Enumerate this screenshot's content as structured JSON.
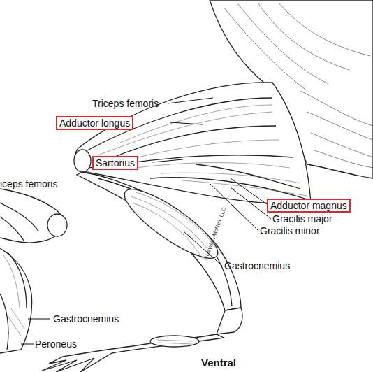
{
  "diagram": {
    "nodes": [
      {
        "text": [
          "Adductor longus"
        ]
      },
      {
        "text": [
          "Sartorius"
        ]
      },
      {
        "text": [
          "Adductor magnus"
        ]
      }
    ],
    "labels": [
      "Triceps femoris",
      "Gracilis major",
      "Gracilis minor",
      "Gastrocnemius",
      "iceps femoris",
      "Gastrocnemius",
      "Peroneus",
      "Ventral",
      "©Hayden-McNeil, LLC"
    ]
  }
}
